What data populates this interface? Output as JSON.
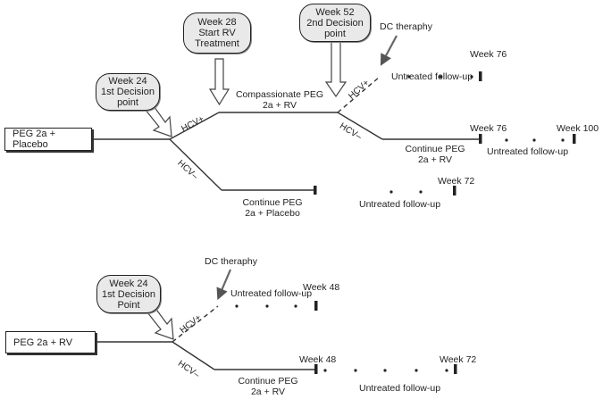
{
  "top": {
    "start_box": "PEG 2a + Placebo",
    "bubble_w24": [
      "Week 24",
      "1st Decision",
      "point"
    ],
    "bubble_w28": [
      "Week 28",
      "Start RV",
      "Treatment"
    ],
    "bubble_w52": [
      "Week 52",
      "2nd Decision",
      "point"
    ],
    "dc_label": "DC theraphy",
    "hcv_pos_1": "HCV+",
    "hcv_neg_1": "HCV–",
    "hcv_pos_2": "HCV+",
    "hcv_neg_2": "HCV–",
    "compassionate": [
      "Compassionate PEG",
      "2a + RV"
    ],
    "continue_rv": [
      "Continue PEG",
      "2a + RV"
    ],
    "continue_placebo": [
      "Continue PEG",
      "2a + Placebo"
    ],
    "week76_a": "Week 76",
    "week76_b": "Week 76",
    "week100": "Week 100",
    "week72": "Week 72",
    "untreated_1": "Untreated follow-up",
    "untreated_2": "Untreated follow-up",
    "untreated_3": "Untreated follow-up"
  },
  "bottom": {
    "start_box": "PEG 2a + RV",
    "bubble_w24": [
      "Week 24",
      "1st Decision",
      "Point"
    ],
    "dc_label": "DC theraphy",
    "hcv_pos": "HCV+",
    "hcv_neg": "HCV–",
    "week48_a": "Week 48",
    "week48_b": "Week 48",
    "week72": "Week 72",
    "untreated_1": "Untreated follow-up",
    "untreated_2": "Untreated follow-up",
    "continue_rv": [
      "Continue PEG",
      "2a + RV"
    ]
  }
}
